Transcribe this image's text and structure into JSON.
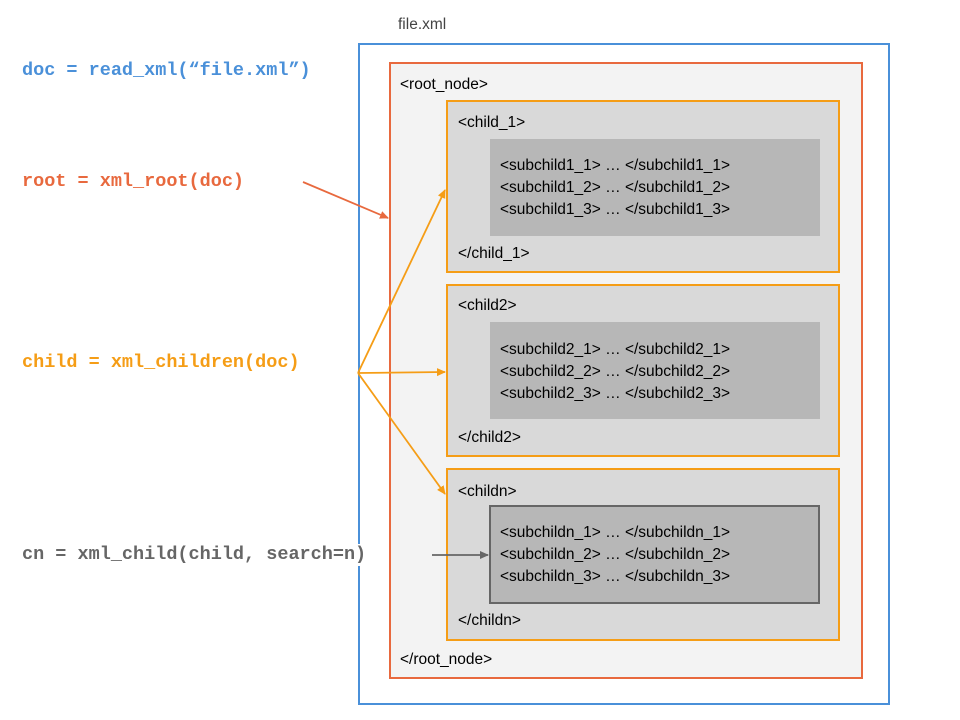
{
  "colors": {
    "blue": "#4a90d9",
    "red": "#e8693e",
    "orange": "#f59d16",
    "gray": "#666666",
    "page": "#f3f3f3",
    "child": "#d9d9d9",
    "sub": "#b7b7b7"
  },
  "file_label": "file.xml",
  "code": {
    "doc": "doc = read_xml(“file.xml”)",
    "root": "root = xml_root(doc)",
    "child": "child = xml_children(doc)",
    "cn": "cn = xml_child(child, search=n)"
  },
  "root_node": {
    "open": "<root_node>",
    "close": "</root_node>"
  },
  "children": [
    {
      "open": "<child_1>",
      "close": "</child_1>",
      "subs": [
        "<subchild1_1> … </subchild1_1>",
        "<subchild1_2> … </subchild1_2>",
        "<subchild1_3> … </subchild1_3>"
      ]
    },
    {
      "open": "<child2>",
      "close": "</child2>",
      "subs": [
        "<subchild2_1> … </subchild2_1>",
        "<subchild2_2> … </subchild2_2>",
        "<subchild2_3> … </subchild2_3>"
      ]
    },
    {
      "open": "<childn>",
      "close": "</childn>",
      "subs": [
        "<subchildn_1> … </subchildn_1>",
        "<subchildn_2> … </subchildn_2>",
        "<subchildn_3> … </subchildn_3>"
      ]
    }
  ]
}
